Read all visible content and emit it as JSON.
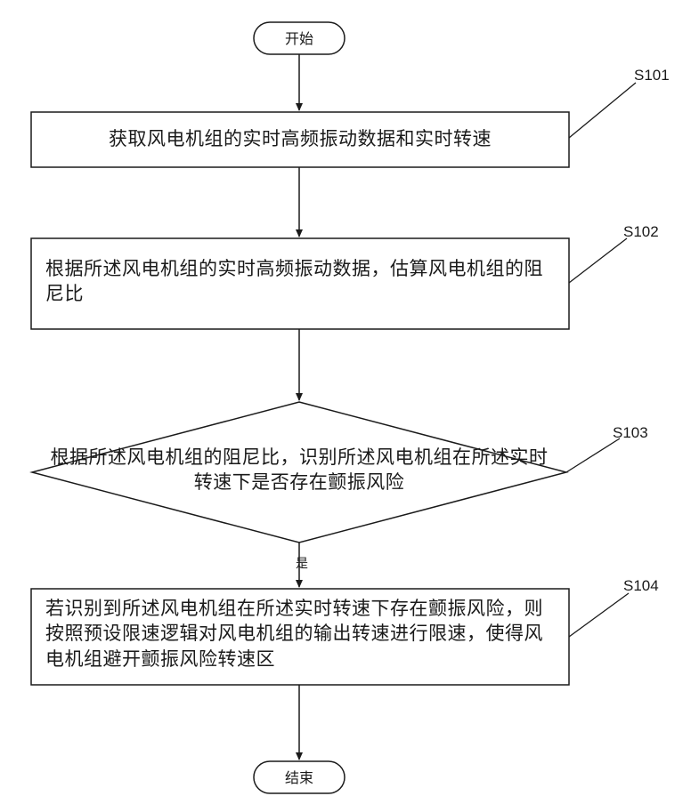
{
  "flowchart": {
    "start": "开始",
    "end": "结束",
    "steps": [
      {
        "id": "S101",
        "text": "获取风电机组的实时高频振动数据和实时转速"
      },
      {
        "id": "S102",
        "text": "根据所述风电机组的实时高频振动数据，估算风电机组的阻尼比"
      },
      {
        "id": "S103",
        "text": "根据所述风电机组的阻尼比，识别所述风电机组在所述实时转速下是否存在颤振风险"
      },
      {
        "id": "S104",
        "text": "若识别到所述风电机组在所述实时转速下存在颤振风险，则按照预设限速逻辑对风电机组的输出转速进行限速，使得风电机组避开颤振风险转速区"
      }
    ],
    "yes_label": "是"
  }
}
